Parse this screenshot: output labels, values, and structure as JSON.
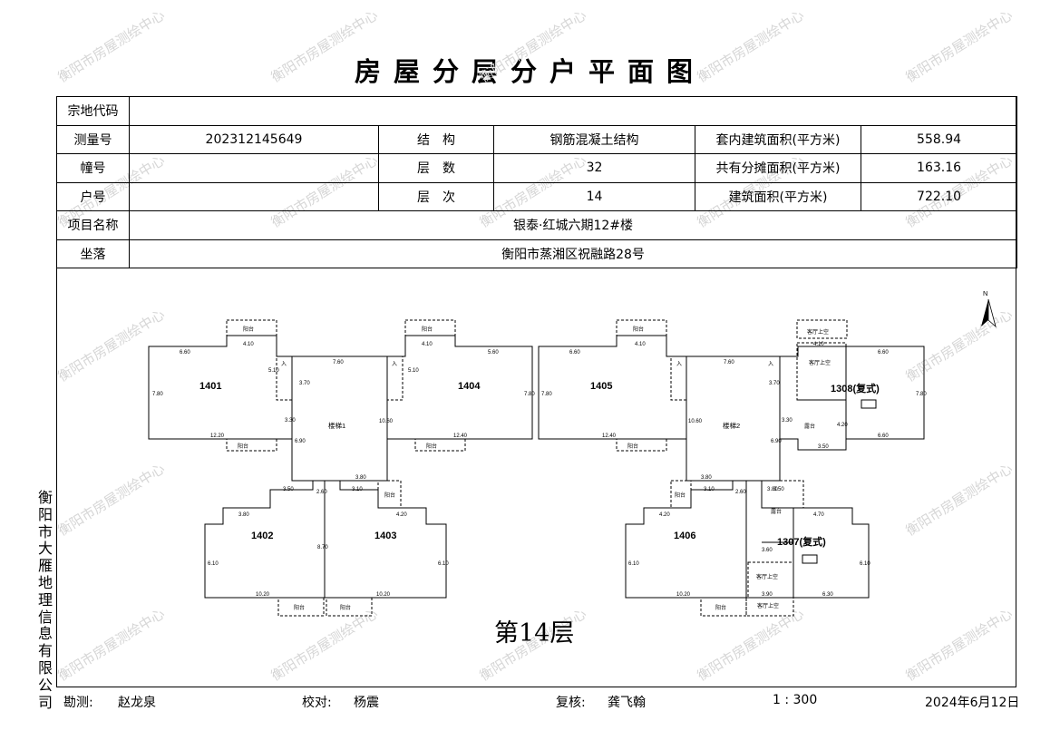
{
  "title": "房屋分层分户平面图",
  "info": {
    "zongdi_label": "宗地代码",
    "zongdi_value": "",
    "celiang_label": "测量号",
    "celiang_value": "202312145649",
    "jiegou_label": "结　构",
    "jiegou_value": "钢筋混凝土结构",
    "taonei_label": "套内建筑面积(平方米)",
    "taonei_value": "558.94",
    "zhuang_label": "幢号",
    "zhuang_value": "",
    "cengshu_label": "层　数",
    "cengshu_value": "32",
    "gongyou_label": "共有分摊面积(平方米)",
    "gongyou_value": "163.16",
    "hu_label": "户号",
    "hu_value": "",
    "cengci_label": "层　次",
    "cengci_value": "14",
    "jianzhu_label": "建筑面积(平方米)",
    "jianzhu_value": "722.10",
    "xiangmu_label": "项目名称",
    "xiangmu_value": "银泰·红城六期12#楼",
    "zuoluo_label": "坐落",
    "zuoluo_value": "衡阳市蒸湘区祝融路28号"
  },
  "watermark": "衡阳市房屋测绘中心",
  "vertical_org": "衡阳市大雁地理信息有限公司",
  "floor_label": "第14层",
  "north": "N",
  "plan": {
    "units": [
      "1401",
      "1402",
      "1403",
      "1404",
      "1405",
      "1406",
      "1308(复式)",
      "1307(复式)"
    ],
    "stair1": "楼梯1",
    "stair2": "楼梯2",
    "balcony": "阳台",
    "terrace": "露台",
    "entry": "入",
    "hall_up": "客厅上空",
    "dims_1401": [
      "6.60",
      "4.10",
      "7.80",
      "12.20",
      "5.10"
    ],
    "dims_1404": [
      "4.10",
      "5.60",
      "7.80",
      "12.40",
      "5.10"
    ],
    "dims_1405": [
      "6.60",
      "4.10",
      "7.80",
      "12.40"
    ],
    "dims_core": [
      "7.60",
      "10.60",
      "6.90",
      "3.80",
      "3.30",
      "3.70"
    ],
    "dims_1402": [
      "3.50",
      "3.80",
      "10.20",
      "6.10",
      "8.70",
      "2.60"
    ],
    "dims_1403": [
      "3.10",
      "4.20",
      "10.20",
      "6.10"
    ],
    "dims_1308": [
      "4.10",
      "6.60",
      "7.80",
      "6.60",
      "3.50",
      "4.20"
    ],
    "dims_1406": [
      "3.10",
      "4.20",
      "10.20",
      "6.10",
      "3.80",
      "2.60"
    ],
    "dims_1307": [
      "3.50",
      "4.70",
      "6.30",
      "3.90",
      "3.60",
      "6.10"
    ]
  },
  "footer": {
    "kance_label": "勘测:",
    "kance_value": "赵龙泉",
    "jiaodui_label": "校对:",
    "jiaodui_value": "杨震",
    "fuhe_label": "复核:",
    "fuhe_value": "龚飞翰",
    "scale": "1 : 300",
    "date": "2024年6月12日"
  }
}
